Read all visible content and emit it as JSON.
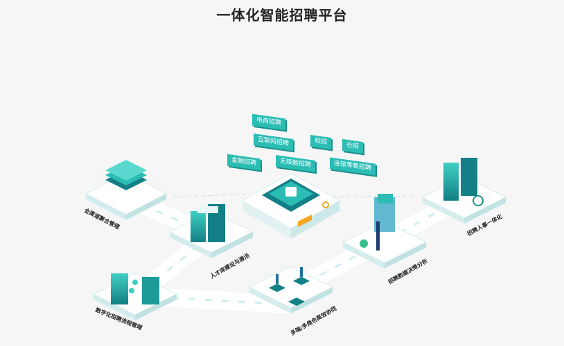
{
  "title": "一体化智能招聘平台",
  "colors": {
    "teal": "#2bbcb4",
    "dark_teal": "#137f86",
    "background": "#f6f6f6",
    "road": "#ffffff",
    "accent_orange": "#f5a623"
  },
  "channel_tags": [
    "电商招聘",
    "互联网招聘",
    "校招",
    "社招",
    "连锁零售招聘",
    "无接触招聘",
    "金融招聘"
  ],
  "modules": [
    {
      "label": "全渠道聚合管理"
    },
    {
      "label": "人才库建设与激活"
    },
    {
      "label": "数字化招聘流程管理"
    },
    {
      "label": "多端/多角色高效协同"
    },
    {
      "label": "招聘数据决策分析"
    },
    {
      "label": "招聘人事一体化"
    }
  ]
}
